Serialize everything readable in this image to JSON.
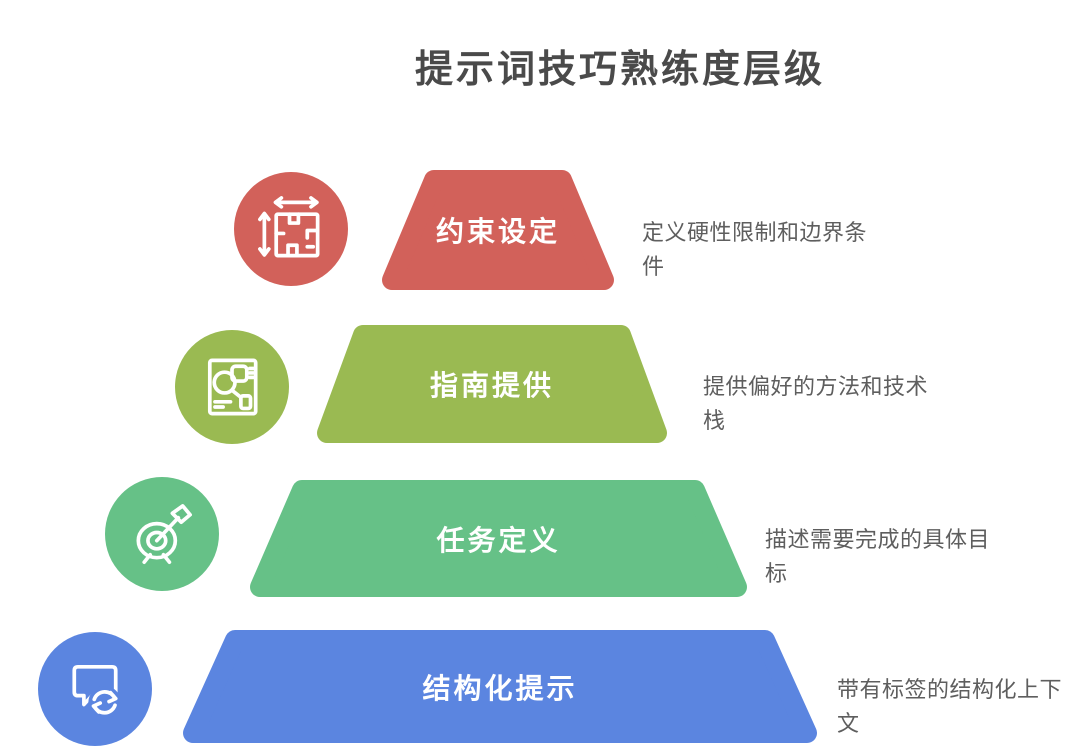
{
  "title": "提示词技巧熟练度层级",
  "levels": [
    {
      "label": "约束设定",
      "description": "定义硬性限制和边界条件",
      "color": "#D2615A",
      "icon": "floorplan-measure-icon"
    },
    {
      "label": "指南提供",
      "description": "提供偏好的方法和技术栈",
      "color": "#9ABA52",
      "icon": "document-diagram-icon"
    },
    {
      "label": "任务定义",
      "description": "描述需要完成的具体目标",
      "color": "#66C187",
      "icon": "target-dart-icon"
    },
    {
      "label": "结构化提示",
      "description": "带有标签的结构化上下文",
      "color": "#5B85E0",
      "icon": "chat-sync-icon"
    }
  ],
  "colors": {
    "background": "#FFFFFF",
    "title_text": "#4A4A4A",
    "description_text": "#5E5E5E",
    "level_label_text": "#FFFFFF"
  }
}
